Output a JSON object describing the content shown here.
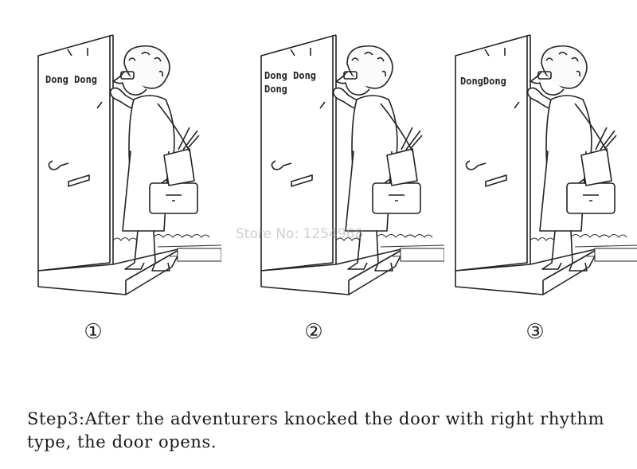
{
  "panels": [
    {
      "sound_text": "Dong Dong"
    },
    {
      "sound_text": "Dong Dong Dong"
    },
    {
      "sound_text": "DongDong"
    }
  ],
  "step_numbers": [
    "①",
    "②",
    "③"
  ],
  "watermark": "Store No: 1254968",
  "caption": "Step3:After the adventurers knocked the door with right rhythm type, the door opens."
}
